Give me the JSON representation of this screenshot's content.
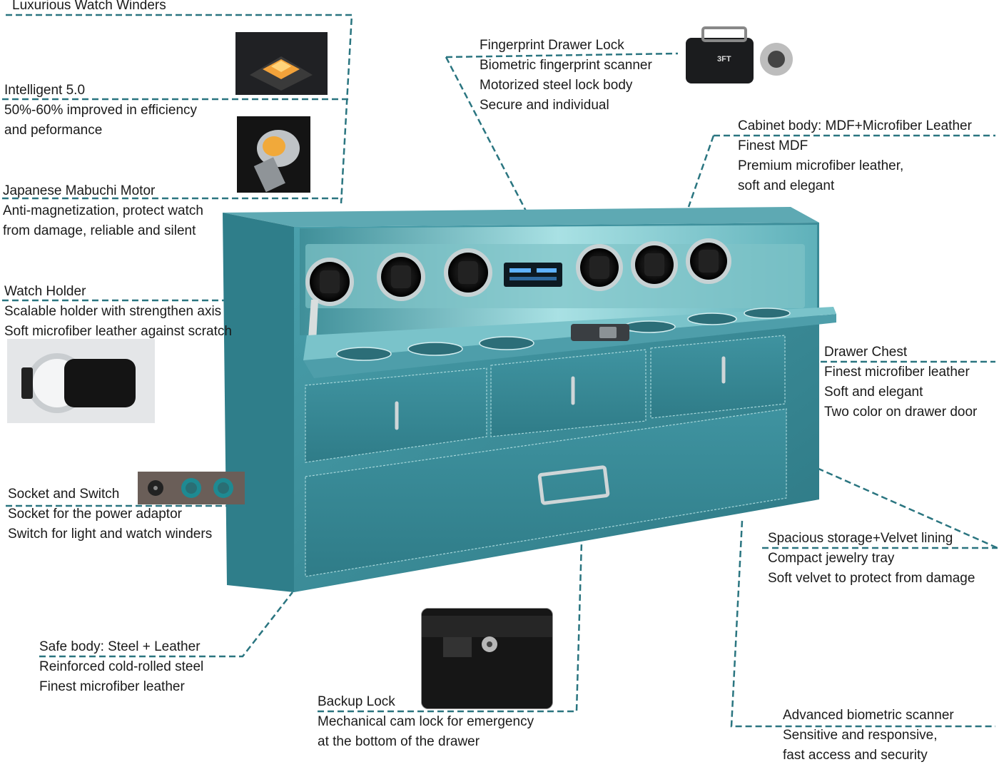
{
  "colors": {
    "leader": "#2a7580",
    "cabinet": "#3a8e9b",
    "cabinet_dark": "#2c7480",
    "cabinet_light": "#6fb4bd",
    "inner": "#8fd0d6"
  },
  "annotations": {
    "luxurious": {
      "title": "Luxurious Watch Winders"
    },
    "intelligent": {
      "title": "Intelligent 5.0",
      "lines": [
        "50%-60% improved in efficiency",
        "and peformance"
      ]
    },
    "motor": {
      "title": "Japanese Mabuchi Motor",
      "lines": [
        "Anti-magnetization, protect watch",
        "from damage, reliable and silent"
      ]
    },
    "holder": {
      "title": "Watch Holder",
      "lines": [
        "Scalable holder with strengthen axis",
        "Soft microfiber leather against scratch"
      ]
    },
    "socket": {
      "title": "Socket and Switch",
      "lines": [
        "Socket for the power adaptor",
        "Switch for light and watch winders"
      ]
    },
    "safe": {
      "title": "Safe body: Steel + Leather",
      "lines": [
        "Reinforced cold-rolled steel",
        "Finest microfiber leather"
      ]
    },
    "fingerprint": {
      "title": "Fingerprint Drawer Lock",
      "lines": [
        "Biometric fingerprint scanner",
        "Motorized steel lock body",
        "Secure and individual"
      ]
    },
    "cabinet": {
      "title": "Cabinet body: MDF+Microfiber Leather",
      "lines": [
        "Finest MDF",
        "Premium microfiber leather,",
        "soft and elegant"
      ]
    },
    "drawer": {
      "title": "Drawer Chest",
      "lines": [
        "Finest microfiber leather",
        "Soft and elegant",
        "Two color on drawer door"
      ]
    },
    "storage": {
      "title": "Spacious storage+Velvet lining",
      "lines": [
        "Compact jewelry tray",
        "Soft velvet to protect from damage"
      ]
    },
    "backup": {
      "title": "Backup Lock",
      "lines": [
        "Mechanical cam lock for emergency",
        "at the bottom of the drawer"
      ]
    },
    "biometric": {
      "title": "Advanced biometric scanner",
      "lines": [
        "Sensitive and responsive,",
        "fast access and security"
      ]
    }
  },
  "lock_logo": "3FT"
}
